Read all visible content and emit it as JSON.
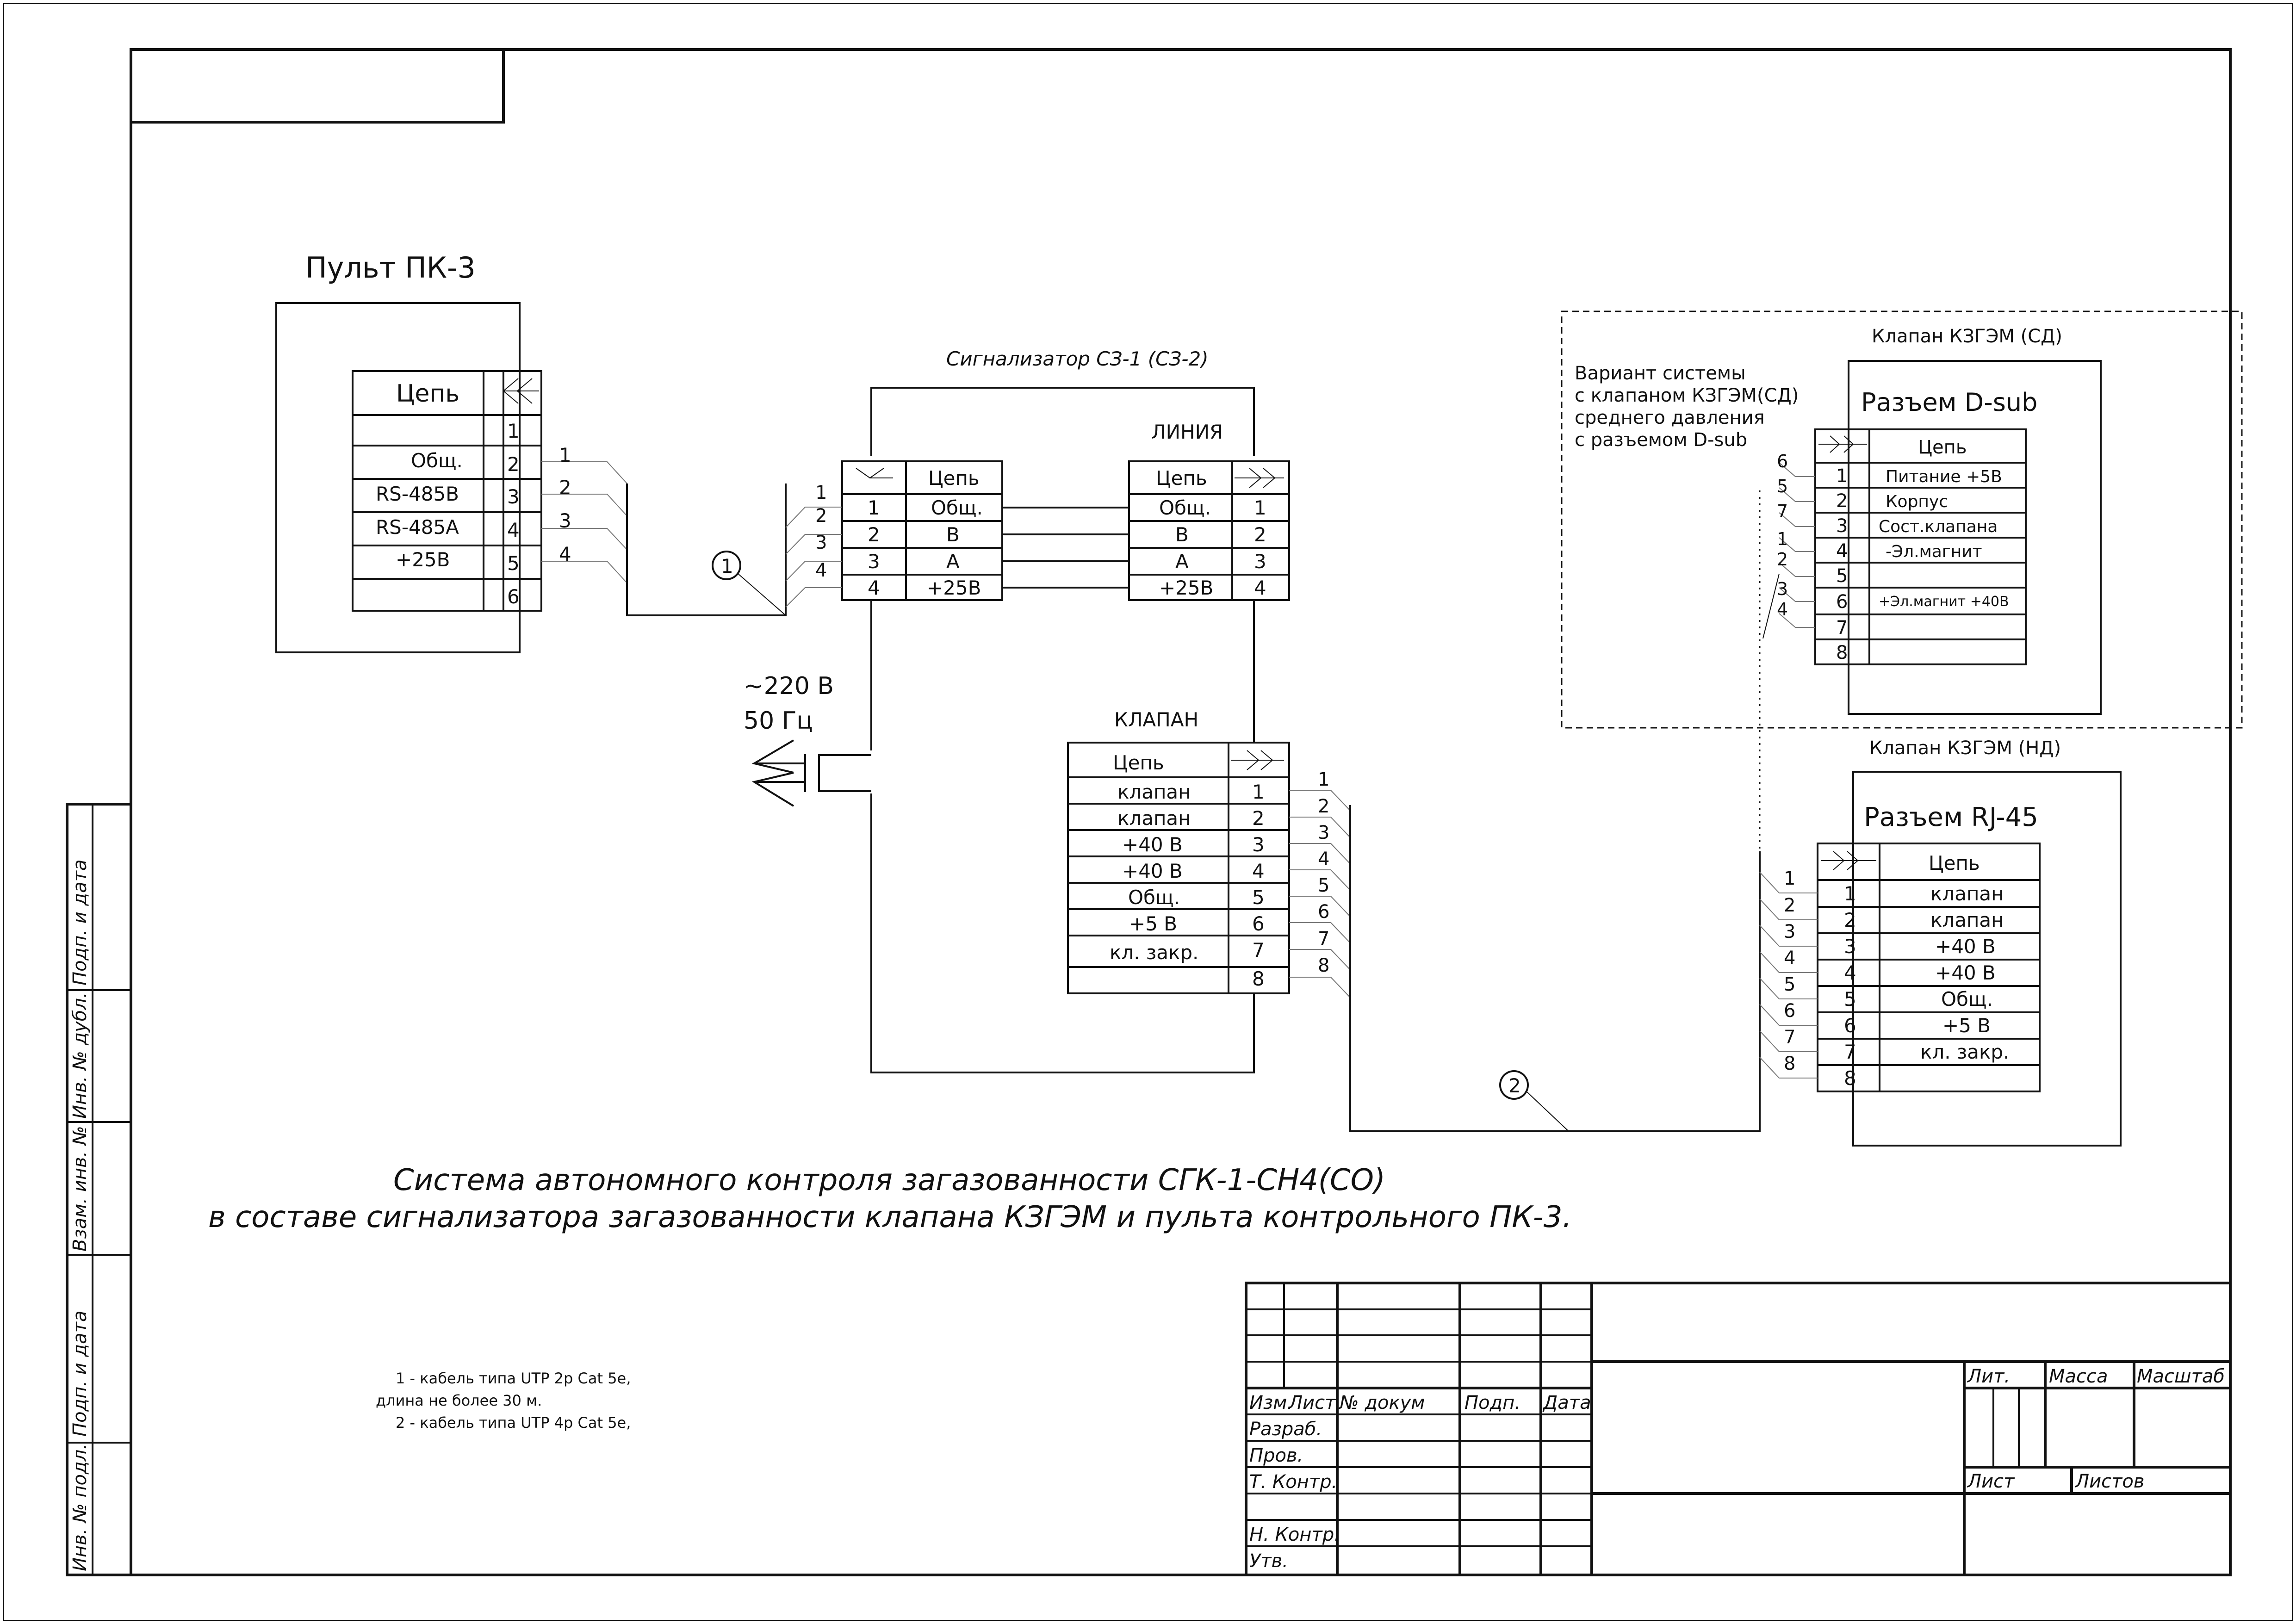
{
  "pult": {
    "title": "Пульт ПК-3",
    "header": "Цепь",
    "pins": [
      "1",
      "2",
      "3",
      "4",
      "5",
      "6"
    ],
    "signals": [
      "",
      "Общ.",
      "RS-485B",
      "RS-485A",
      "+25В",
      ""
    ],
    "wires": [
      "1",
      "2",
      "3",
      "4"
    ]
  },
  "signalizator": {
    "title": "Сигнализатор СЗ-1 (СЗ-2)",
    "left_header": "Цепь",
    "left_pins": [
      "1",
      "2",
      "3",
      "4"
    ],
    "left_signals": [
      "Общ.",
      "B",
      "A",
      "+25В"
    ],
    "left_wires": [
      "1",
      "2",
      "3",
      "4"
    ],
    "line_label": "ЛИНИЯ",
    "line_header": "Цепь",
    "line_signals": [
      "Общ.",
      "B",
      "A",
      "+25В"
    ],
    "line_pins": [
      "1",
      "2",
      "3",
      "4"
    ],
    "power_line1": "~220 В",
    "power_line2": "50 Гц",
    "valve_label": "КЛАПАН",
    "valve_header": "Цепь",
    "valve_signals": [
      "клапан",
      "клапан",
      "+40 В",
      "+40 В",
      "Общ.",
      "+5 В",
      "кл. закр.",
      ""
    ],
    "valve_pins": [
      "1",
      "2",
      "3",
      "4",
      "5",
      "6",
      "7",
      "8"
    ],
    "valve_wires": [
      "1",
      "2",
      "3",
      "4",
      "5",
      "6",
      "7",
      "8"
    ]
  },
  "variant": {
    "note_lines": [
      "Вариант системы",
      "с клапаном КЗГЭМ(СД)",
      "среднего давления",
      "с разъемом D-sub"
    ]
  },
  "valve_sd": {
    "title": "Клапан КЗГЭМ (СД)",
    "connector": "Разъем D-sub",
    "header": "Цепь",
    "pins": [
      "1",
      "2",
      "3",
      "4",
      "5",
      "6",
      "7",
      "8"
    ],
    "signals": [
      "Питание +5В",
      "Корпус",
      "Сост.клапана",
      "-Эл.магнит",
      "",
      "+Эл.магнит +40В",
      "",
      ""
    ],
    "wires": [
      "6",
      "5",
      "7",
      "1",
      "2",
      "3",
      "4"
    ]
  },
  "valve_nd": {
    "title": "Клапан КЗГЭМ (НД)",
    "connector": "Разъем RJ-45",
    "header": "Цепь",
    "pins": [
      "1",
      "2",
      "3",
      "4",
      "5",
      "6",
      "7",
      "8"
    ],
    "signals": [
      "клапан",
      "клапан",
      "+40 В",
      "+40 В",
      "Общ.",
      "+5 В",
      "кл. закр.",
      ""
    ],
    "wires": [
      "1",
      "2",
      "3",
      "4",
      "5",
      "6",
      "7",
      "8"
    ]
  },
  "cable_markers": [
    "1",
    "2"
  ],
  "caption": {
    "line1": "Система автономного контроля загазованности СГК-1-СН4(СО)",
    "line2": "в составе сигнализатора загазованности клапана КЗГЭМ и пульта контрольного ПК-3."
  },
  "notes": {
    "lines": [
      "1 - кабель типа UTP 2p Cat 5e,",
      "длина не более 30 м.",
      "2 - кабель типа UTP 4p Cat 5e,"
    ]
  },
  "left_strip": {
    "labels": [
      "Подп. и дата",
      "Инв. № дубл.",
      "Взам. инв. №",
      "Подп. и дата",
      "Инв. № подл."
    ]
  },
  "title_block": {
    "col_headers": [
      "Изм.",
      "Лист",
      "№ докум",
      "Подп.",
      "Дата"
    ],
    "roles": [
      "Разраб.",
      "Пров.",
      "Т. Контр.",
      "",
      "Н. Контр.",
      "Утв."
    ],
    "lit": "Лит.",
    "mass": "Масса",
    "scale": "Масштаб",
    "sheet": "Лист",
    "sheets": "Листов"
  }
}
